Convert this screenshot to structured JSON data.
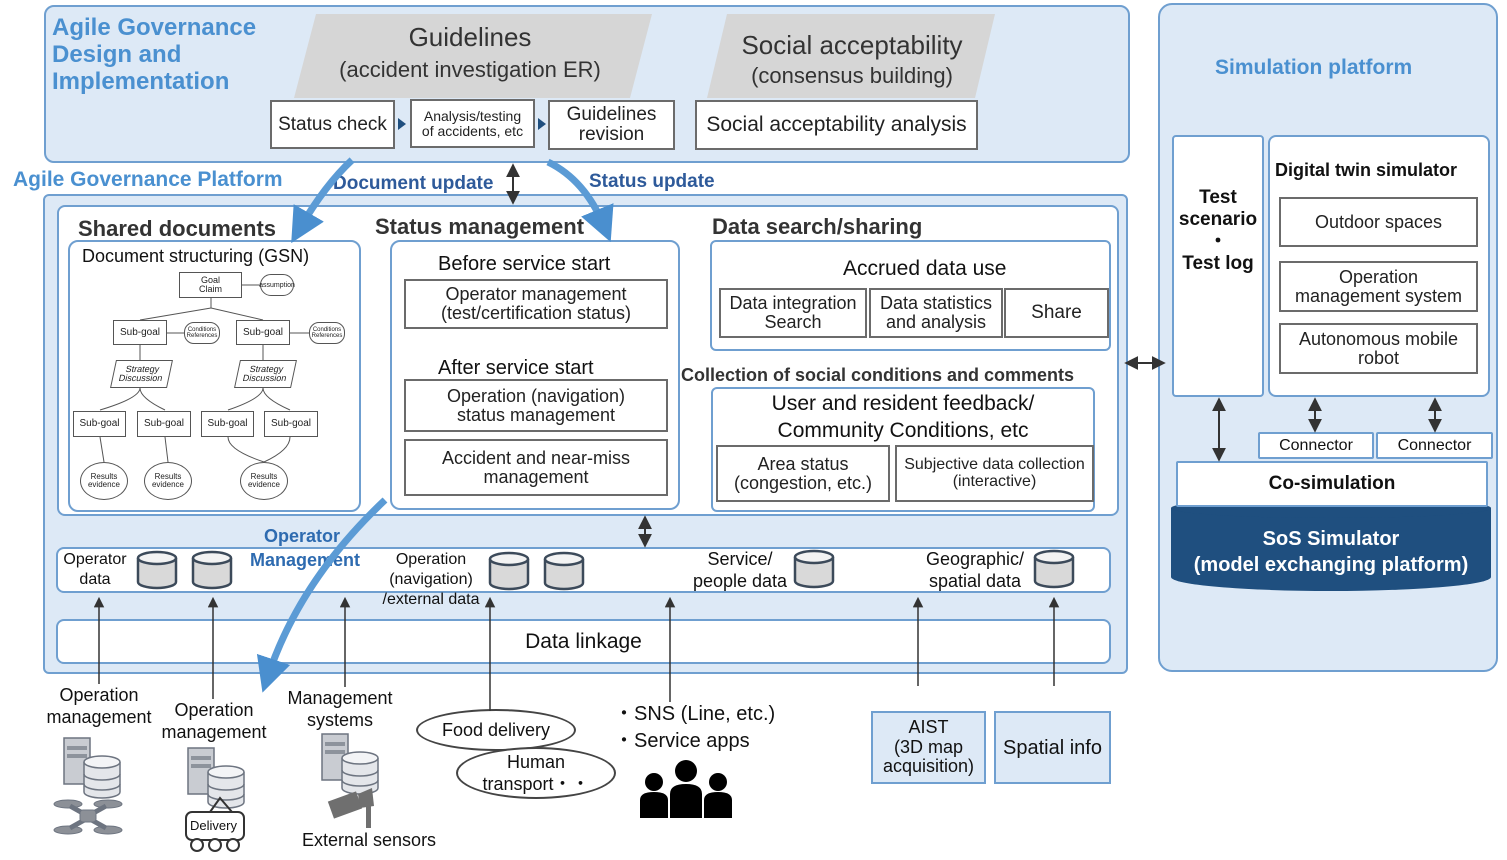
{
  "governance": {
    "title": [
      "Agile Governance",
      "Design and",
      "Implementation"
    ],
    "guidelines": {
      "title": "Guidelines",
      "subtitle": "(accident investigation ER)"
    },
    "social": {
      "title": "Social acceptability",
      "subtitle": "(consensus building)"
    },
    "steps": [
      "Status check",
      "Analysis/testing",
      "of accidents, etc",
      "Guidelines",
      "revision",
      "Social acceptability analysis"
    ]
  },
  "platform": {
    "title": "Agile Governance Platform",
    "document_update": "Document update",
    "status_update": "Status update",
    "shared": {
      "title": "Shared documents",
      "gsn_title": "Document structuring (GSN)",
      "gsn": {
        "goal": [
          "Goal",
          "Claim"
        ],
        "assumption": "assumption",
        "subgoal": "Sub-goal",
        "conditions": [
          "Conditions",
          "References"
        ],
        "strategy": [
          "Strategy",
          "Discussion"
        ],
        "results": [
          "Results",
          "evidence"
        ]
      }
    },
    "status": {
      "title": "Status management",
      "before": "Before service start",
      "op_mgmt": [
        "Operator management",
        "(test/certification status)"
      ],
      "after": "After service start",
      "op_status": [
        "Operation (navigation)",
        "status management"
      ],
      "accident": [
        "Accident and near-miss",
        "management"
      ]
    },
    "data": {
      "title": "Data search/sharing",
      "accrued": "Accrued data use",
      "integration": [
        "Data integration",
        "Search"
      ],
      "statistics": [
        "Data statistics",
        "and analysis"
      ],
      "share": "Share",
      "collection": "Collection of social conditions and comments",
      "feedback": [
        "User and resident feedback/",
        "Community Conditions, etc"
      ],
      "area": [
        "Area status",
        "(congestion, etc.)"
      ],
      "subjective": [
        "Subjective data collection",
        "(interactive)"
      ]
    },
    "operator_management": [
      "Operator",
      "Management"
    ],
    "stores": {
      "operator": [
        "Operator",
        "data"
      ],
      "operation": [
        "Operation",
        "(navigation)",
        "/external data"
      ],
      "service": [
        "Service/",
        "people data"
      ],
      "geo": [
        "Geographic/",
        "spatial data"
      ]
    },
    "linkage": "Data linkage"
  },
  "sources": {
    "om1": [
      "Operation",
      "management"
    ],
    "om2": [
      "Operation",
      "management"
    ],
    "ms": [
      "Management",
      "systems"
    ],
    "delivery_label": "Delivery",
    "external_sensors": "External sensors",
    "food": "Food delivery",
    "human": [
      "Human",
      "transport・・"
    ],
    "sns": [
      "・SNS (Line, etc.)",
      "・Service apps"
    ],
    "aist": [
      "AIST",
      "(3D map",
      "acquisition)"
    ],
    "spatial": "Spatial info"
  },
  "simulation": {
    "title": "Simulation platform",
    "test": [
      "Test",
      "scenario",
      "・",
      "Test log"
    ],
    "twin_title": "Digital twin simulator",
    "outdoor": "Outdoor spaces",
    "ops": [
      "Operation",
      "management system"
    ],
    "robot": [
      "Autonomous mobile",
      "robot"
    ],
    "connector": "Connector",
    "cosim": "Co-simulation",
    "sos": [
      "SoS Simulator",
      "(model exchanging platform)"
    ]
  },
  "colors": {
    "panel": "#dde9f6",
    "border": "#6f9fd0",
    "title_blue": "#4a90d0",
    "dark_blue": "#2e5a9a",
    "sos": "#1f4f7f"
  }
}
